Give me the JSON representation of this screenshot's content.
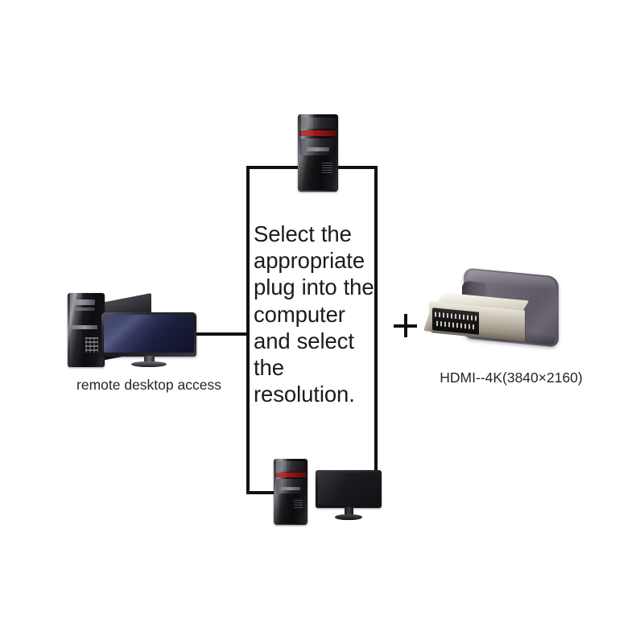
{
  "diagram": {
    "background_color": "#ffffff",
    "line_color": "#111111",
    "instruction_text": "Select the appropriate plug into the computer and select the resolution.",
    "plus_symbol": "+",
    "left_caption": "remote desktop access",
    "right_caption": "HDMI--4K(3840×2160)",
    "nodes": {
      "top_computer": "desktop-tower",
      "bottom_computer": "desktop-tower",
      "bottom_display": "monitor",
      "left_computer": "desktop-tower",
      "left_display": "monitor",
      "adapter": "hdmi-dummy-plug"
    },
    "colors": {
      "adapter_body": "#6e6975",
      "adapter_shield": "#cdc7ba",
      "adapter_cavity": "#17171a",
      "monitor_screen_blue": "#30345a",
      "monitor_screen_black": "#1a1a1e",
      "tower_accent_red": "#b5181b",
      "text": "#1b1b1b"
    }
  }
}
